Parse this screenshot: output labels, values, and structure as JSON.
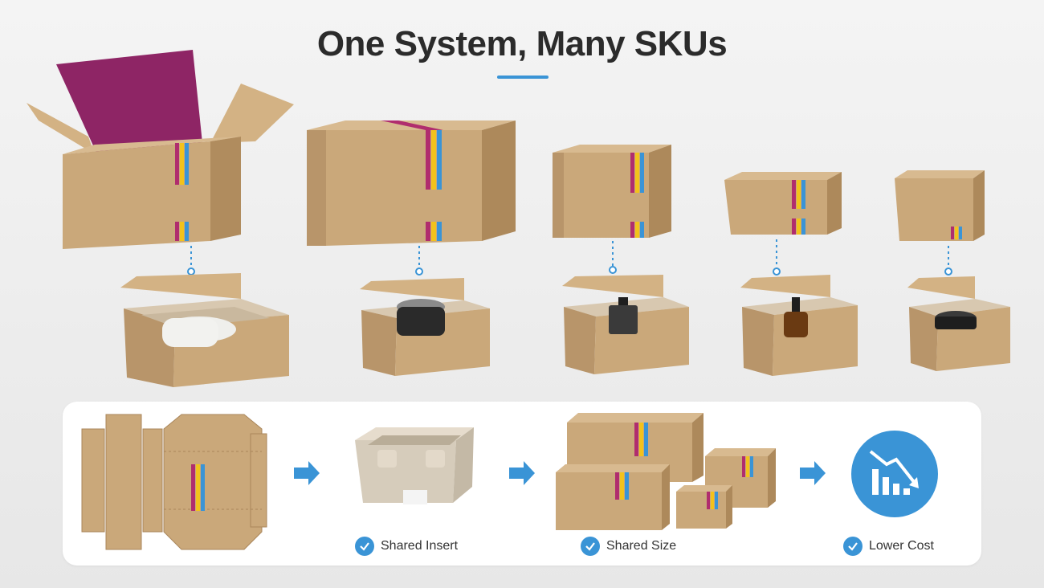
{
  "title": "One System, Many SKUs",
  "colors": {
    "accent": "#3a94d6",
    "kraft": "#c9a679",
    "kraft_dark": "#a9865b",
    "kraft_light": "#d8ba90",
    "magenta": "#b02d6e",
    "interior": "#8e2565",
    "yellow": "#f2c21b",
    "pulp": "#ddd3c3"
  },
  "benefits": [
    {
      "label": "Shared Insert",
      "icon": "check-circle-icon"
    },
    {
      "label": "Shared Size",
      "icon": "check-circle-icon"
    },
    {
      "label": "Lower Cost",
      "icon": "check-circle-icon"
    }
  ],
  "products": [
    "white-cylinder-product",
    "black-jar-product",
    "black-bottle-product",
    "amber-dropper-bottle-product",
    "black-tin-product"
  ],
  "cost_icon": "chart-down-trend-icon"
}
